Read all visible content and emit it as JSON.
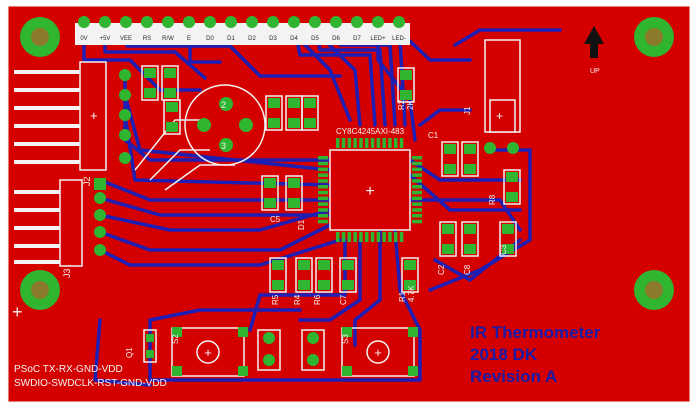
{
  "board": {
    "title_lines": [
      "IR Thermometer",
      "2018 DK",
      "Revision A"
    ],
    "programming_notes": [
      "PSoC TX-RX-GND-VDD",
      "SWDIO-SWDCLK-RST-GND-VDD"
    ],
    "up_label": "UP",
    "header_pins": [
      "0V",
      "+5V",
      "VEE",
      "RS",
      "R/W",
      "E",
      "D0",
      "D1",
      "D2",
      "D3",
      "D4",
      "D5",
      "D6",
      "D7",
      "LED+",
      "LED-"
    ],
    "chip_label": "CY8C4245AXI-483",
    "component_labels": {
      "j1": "J1",
      "j2": "J2",
      "j3": "J3",
      "s2": "S2",
      "s3": "S3",
      "r2": "R2",
      "r2_value": "2K",
      "r8": "R8",
      "c1": "C1",
      "c2": "C2",
      "c3": "C3",
      "c5": "C5",
      "c7": "C7",
      "c8": "C8",
      "d1": "D1",
      "r1": "R1",
      "r1_value": "4.7K",
      "r4": "R4",
      "r5": "R5",
      "r6": "R6",
      "q1": "Q1"
    }
  },
  "colors": {
    "board_red": "#d40000",
    "copper_blue": "#1e1eb4",
    "pad_green": "#2fb52f",
    "silk_white": "#f3f3f3",
    "hole_olive": "#8a7a2a",
    "title_blue": "#1a1aa8"
  }
}
